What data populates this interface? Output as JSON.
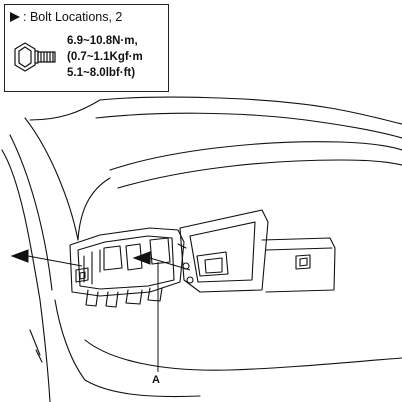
{
  "legend": {
    "title": ": Bolt Locations, 2",
    "torque_lines": [
      "6.9~10.8N·m,",
      "(0.7~1.1Kgf·m",
      "5.1~8.0lbf·ft)"
    ],
    "bolt_icon": "bolt-icon",
    "marker_icon": "arrow-marker-icon"
  },
  "callouts": {
    "part_a": "A"
  },
  "colors": {
    "line": "#111111",
    "background": "#ffffff"
  }
}
